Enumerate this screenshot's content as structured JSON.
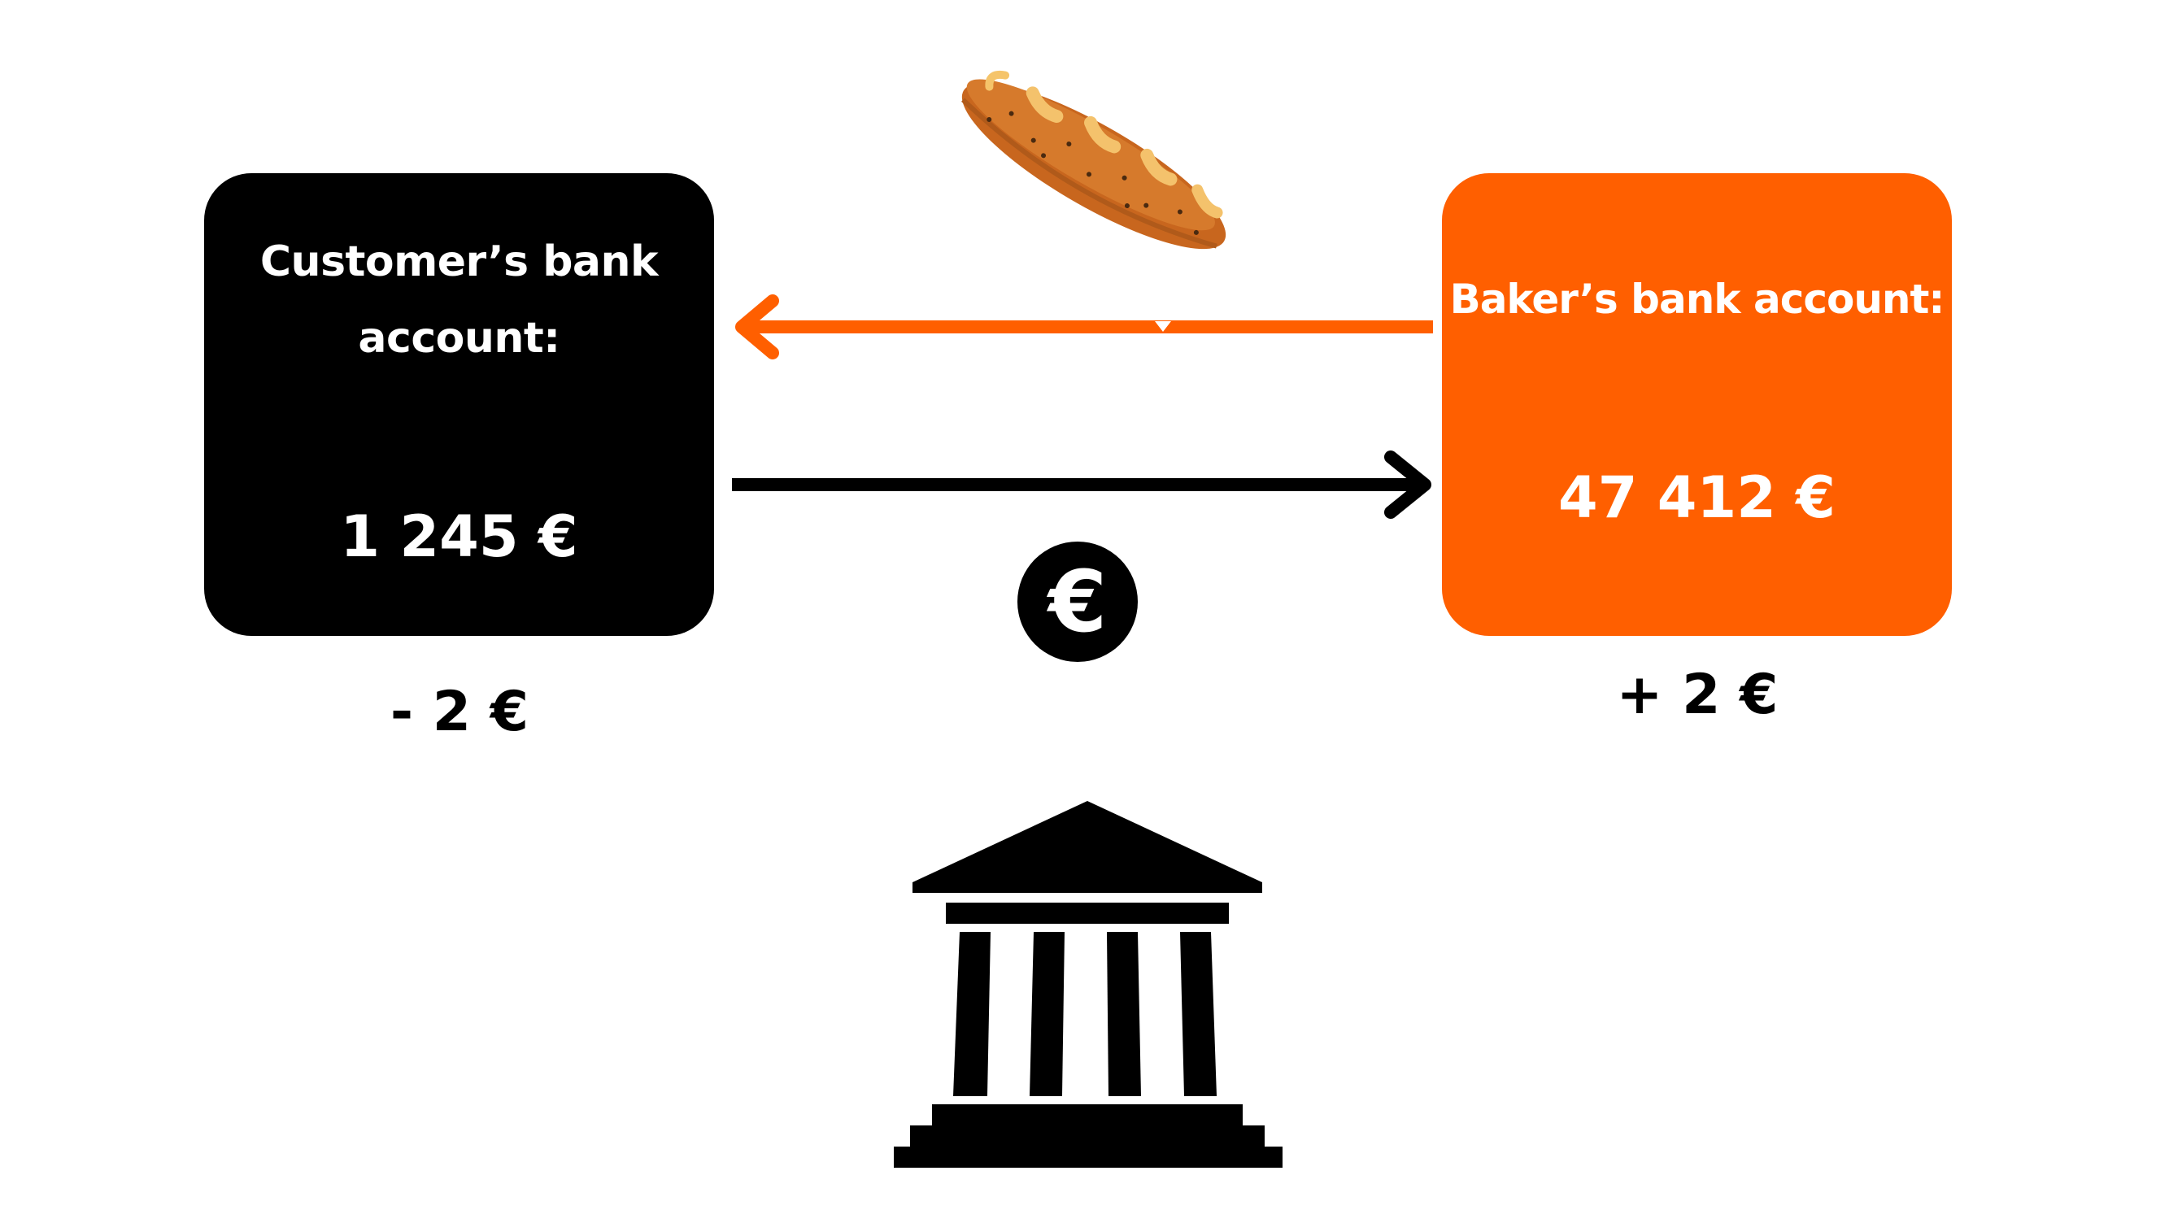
{
  "customer_account": {
    "title": "Customer’s bank account:",
    "balance": "1 245 €",
    "change": "- 2 €",
    "color": "#000000"
  },
  "baker_account": {
    "title": "Baker’s bank account:",
    "balance": "47 412 €",
    "change": "+ 2 €",
    "color": "#ff5f00"
  },
  "payment_coin": {
    "symbol": "€",
    "icon": "euro-coin-icon"
  },
  "icons": {
    "goods": "baguette-icon",
    "institution": "bank-building-icon"
  },
  "arrows": {
    "goods_flow": {
      "from": "baker",
      "to": "customer",
      "color": "#ff5f00"
    },
    "money_flow": {
      "from": "customer",
      "to": "baker",
      "color": "#000000"
    }
  }
}
